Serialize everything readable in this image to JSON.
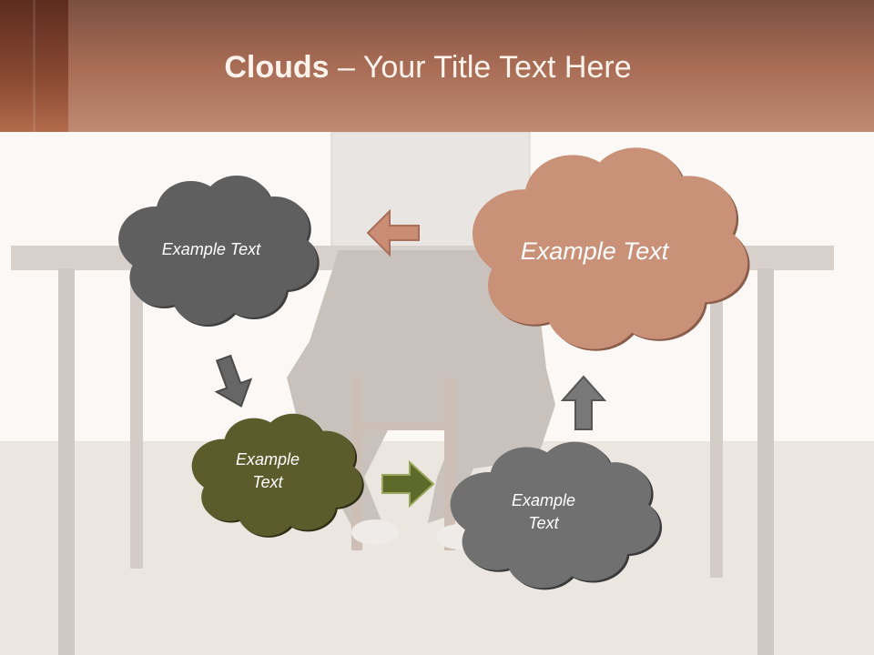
{
  "title": {
    "bold": "Clouds",
    "rest": " – Your Title Text Here"
  },
  "clouds": [
    {
      "text": "Example Text",
      "color": "#5f5f5f"
    },
    {
      "text": "Example Text",
      "color": "#c99178"
    },
    {
      "text_line1": "Example",
      "text_line2": "Text",
      "color": "#5b5b2c"
    },
    {
      "text_line1": "Example",
      "text_line2": "Text",
      "color": "#707070"
    }
  ],
  "arrows": [
    {
      "direction": "left",
      "color": "#c98c74"
    },
    {
      "direction": "down-right",
      "color": "#666666"
    },
    {
      "direction": "right",
      "color": "#5e6a2a"
    },
    {
      "direction": "up",
      "color": "#787878"
    }
  ]
}
